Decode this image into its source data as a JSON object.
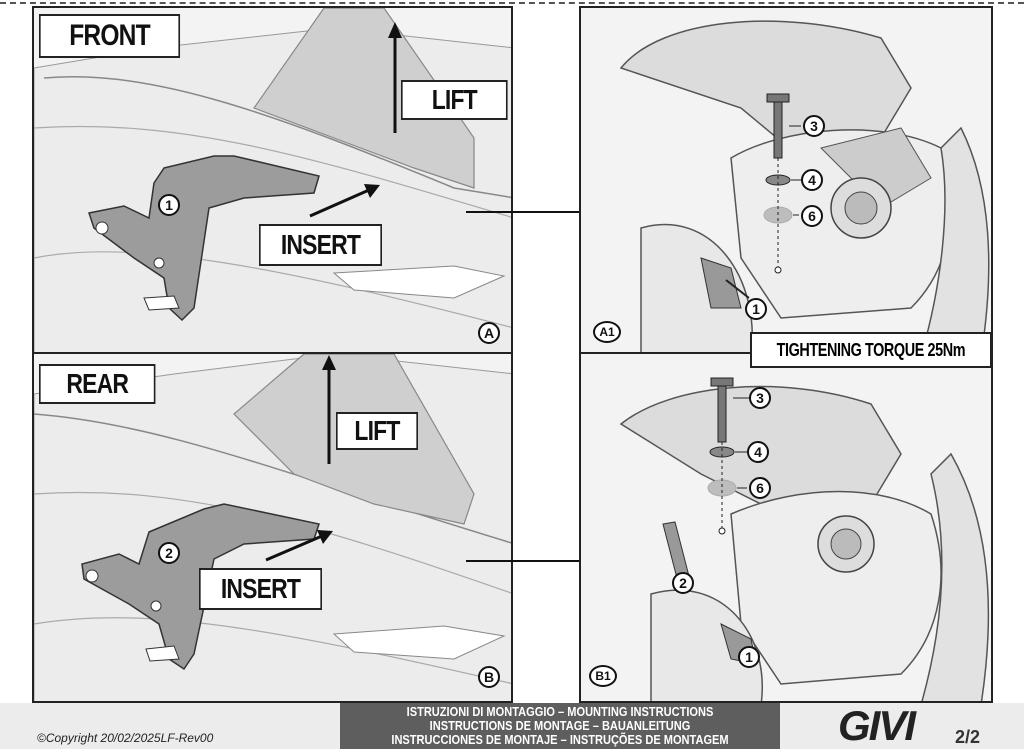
{
  "panels": {
    "front": {
      "tag": "FRONT",
      "lift": "LIFT",
      "insert": "INSERT",
      "part": "1",
      "letter": "A"
    },
    "rear": {
      "tag": "REAR",
      "lift": "LIFT",
      "insert": "INSERT",
      "part": "2",
      "letter": "B"
    },
    "a1": {
      "letter": "A1",
      "parts": [
        "3",
        "4",
        "6",
        "1"
      ]
    },
    "b1": {
      "letter": "B1",
      "parts": [
        "3",
        "4",
        "6",
        "2",
        "1"
      ]
    }
  },
  "torque": "TIGHTENING TORQUE 25Nm",
  "footer": {
    "copyright": "©Copyright 20/02/2025LF-Rev00",
    "titles": [
      "ISTRUZIONI DI MONTAGGIO  –  MOUNTING INSTRUCTIONS",
      "INSTRUCTIONS DE MONTAGE – BAUANLEITUNG",
      "INSTRUCCIONES DE MONTAJE – INSTRUÇÕES DE MONTAGEM"
    ],
    "brand": "GIVI",
    "page": "2/2"
  }
}
